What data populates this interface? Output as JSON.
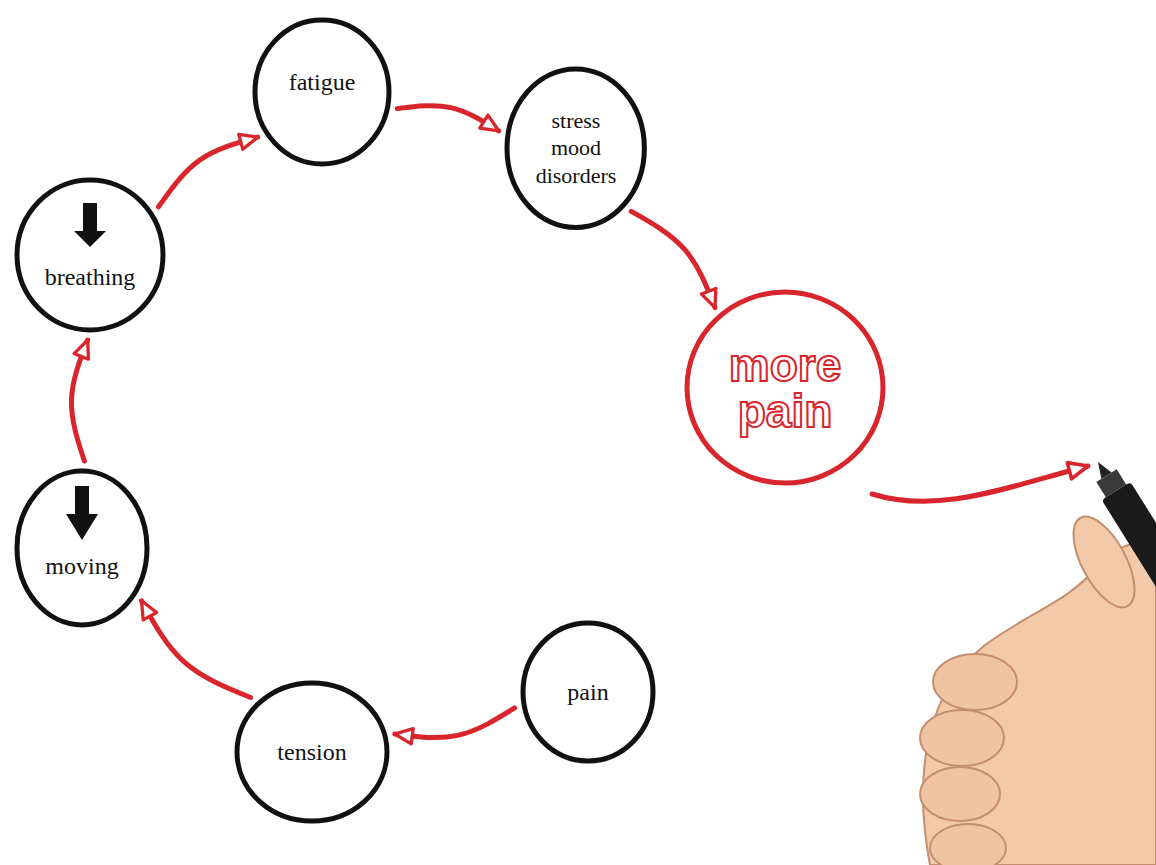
{
  "diagram": {
    "nodes": [
      {
        "text": [
          "pain"
        ]
      },
      {
        "text": [
          "tension"
        ]
      },
      {
        "text": [
          "moving"
        ]
      },
      {
        "text": [
          "breathing"
        ]
      },
      {
        "text": [
          "fatigue"
        ]
      },
      {
        "text": [
          "stress mood disorders"
        ]
      },
      {
        "text": [
          "more pain"
        ]
      }
    ],
    "edges": [
      {
        "from": 0,
        "to": 1,
        "arrow": "to"
      },
      {
        "from": 1,
        "to": 2,
        "arrow": "to"
      },
      {
        "from": 2,
        "to": 3,
        "arrow": "to"
      },
      {
        "from": 3,
        "to": 4,
        "arrow": "to"
      },
      {
        "from": 4,
        "to": 5,
        "arrow": "to"
      },
      {
        "from": 5,
        "to": 6,
        "arrow": "to"
      }
    ]
  }
}
